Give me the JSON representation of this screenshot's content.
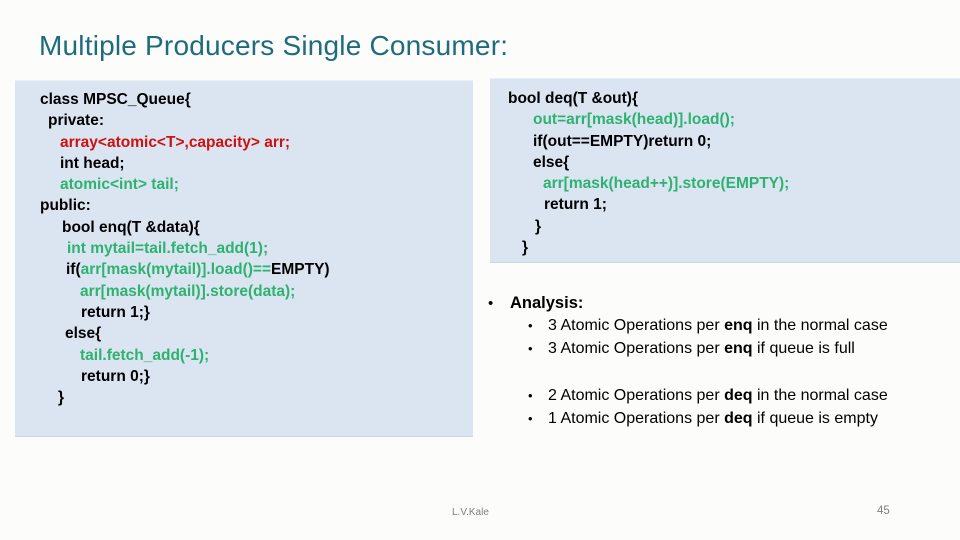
{
  "title": "Multiple Producers Single Consumer:",
  "footer": {
    "author": "L.V.Kale",
    "page_number": "45"
  },
  "bullet_char": "•",
  "colors": {
    "title": "#1E6B7E",
    "slide_background": "#FCFCFB",
    "code_background": "#DBE5F1",
    "code_black": "#000000",
    "code_green": "#2DB270",
    "code_red": "#CC1111",
    "footer_text": "#808080"
  },
  "code_left": {
    "lines": [
      {
        "indent": 0,
        "seg": [
          {
            "t": "class MPSC_Queue{",
            "c": "k"
          }
        ]
      },
      {
        "indent": 8,
        "seg": [
          {
            "t": "private:",
            "c": "k"
          }
        ]
      },
      {
        "indent": 20,
        "seg": [
          {
            "t": "array<atomic<T>,capacity> arr;",
            "c": "r"
          }
        ]
      },
      {
        "indent": 20,
        "seg": [
          {
            "t": "int head;",
            "c": "k"
          }
        ]
      },
      {
        "indent": 20,
        "seg": [
          {
            "t": "atomic<int> tail;",
            "c": "g"
          }
        ]
      },
      {
        "indent": 0,
        "seg": [
          {
            "t": "public:",
            "c": "k"
          }
        ]
      },
      {
        "indent": 22,
        "seg": [
          {
            "t": "bool enq(T &data){",
            "c": "k"
          }
        ]
      },
      {
        "indent": 27,
        "seg": [
          {
            "t": "int mytail=tail.fetch_add(1);",
            "c": "g"
          }
        ]
      },
      {
        "indent": 26,
        "seg": [
          {
            "t": "if(",
            "c": "k"
          },
          {
            "t": "arr[mask(mytail)].load()==",
            "c": "g"
          },
          {
            "t": "EMPTY)",
            "c": "k"
          }
        ]
      },
      {
        "indent": 40,
        "seg": [
          {
            "t": "arr[mask(mytail)].store(data);",
            "c": "g"
          }
        ]
      },
      {
        "indent": 41,
        "seg": [
          {
            "t": "return 1;}",
            "c": "k"
          }
        ]
      },
      {
        "indent": 25,
        "seg": [
          {
            "t": "else{",
            "c": "k"
          }
        ]
      },
      {
        "indent": 40,
        "seg": [
          {
            "t": "tail.fetch_add(-1);",
            "c": "g"
          }
        ]
      },
      {
        "indent": 41,
        "seg": [
          {
            "t": "return 0;}",
            "c": "k"
          }
        ]
      },
      {
        "indent": 18,
        "seg": [
          {
            "t": "}",
            "c": "k"
          }
        ]
      }
    ]
  },
  "code_right": {
    "lines": [
      {
        "indent": 0,
        "seg": [
          {
            "t": "bool deq(T &out){",
            "c": "k"
          }
        ]
      },
      {
        "indent": 25,
        "seg": [
          {
            "t": "out=arr[mask(head)].load();",
            "c": "g"
          }
        ]
      },
      {
        "indent": 25,
        "seg": [
          {
            "t": "if(out==EMPTY)return 0;",
            "c": "k"
          }
        ]
      },
      {
        "indent": 25,
        "seg": [
          {
            "t": "else{",
            "c": "k"
          }
        ]
      },
      {
        "indent": 35,
        "seg": [
          {
            "t": "arr[mask(head++)].store(EMPTY);",
            "c": "g"
          }
        ]
      },
      {
        "indent": 36,
        "seg": [
          {
            "t": "return 1;",
            "c": "k"
          }
        ]
      },
      {
        "indent": 27,
        "seg": [
          {
            "t": "}",
            "c": "k"
          }
        ]
      },
      {
        "indent": 14,
        "seg": [
          {
            "t": "}",
            "c": "k"
          }
        ]
      }
    ]
  },
  "analysis": {
    "heading": "Analysis:",
    "groups": [
      {
        "items": [
          {
            "seg": [
              {
                "t": "3 Atomic Operations per "
              },
              {
                "t": "enq",
                "b": true
              },
              {
                "t": " in the normal case"
              }
            ]
          },
          {
            "seg": [
              {
                "t": "3 Atomic Operations per "
              },
              {
                "t": "enq",
                "b": true
              },
              {
                "t": " if queue is full"
              }
            ]
          }
        ]
      },
      {
        "items": [
          {
            "seg": [
              {
                "t": "2 Atomic Operations per "
              },
              {
                "t": "deq",
                "b": true
              },
              {
                "t": " in the normal case"
              }
            ]
          },
          {
            "seg": [
              {
                "t": "1 Atomic Operations per "
              },
              {
                "t": "deq",
                "b": true
              },
              {
                "t": " if queue is empty"
              }
            ]
          }
        ]
      }
    ]
  }
}
